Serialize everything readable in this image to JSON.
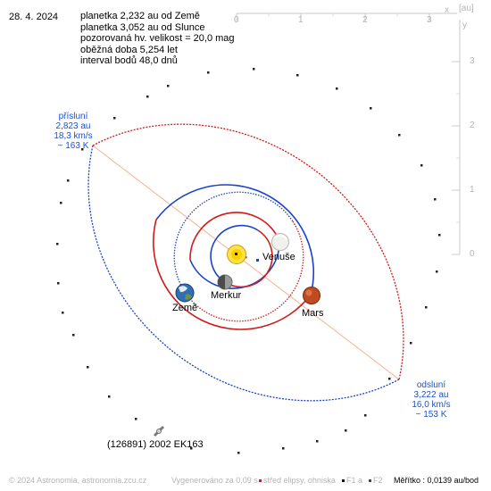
{
  "date": "28. 4. 2024",
  "info": {
    "earth_distance": "planetka 2,232 au od Země",
    "sun_distance": "planetka 3,052 au od Slunce",
    "magnitude": "pozorovaná hv. velikost = 20,0 mag",
    "period": "oběžná doba 5,254 let",
    "interval": "interval bodů 48,0 dnů"
  },
  "axes": {
    "unit_label": "[au]",
    "x_label": "x",
    "y_label": "y",
    "x_ticks": [
      "0",
      "1",
      "2",
      "3"
    ],
    "y_ticks": [
      "3",
      "2",
      "1",
      "0"
    ]
  },
  "perihelion": {
    "title": "přísluní",
    "distance": "2,823 au",
    "speed": "18,3 km/s",
    "temperature": "~ 163 K"
  },
  "aphelion": {
    "title": "odsluní",
    "distance": "3,222 au",
    "speed": "16,0 km/s",
    "temperature": "~ 153 K"
  },
  "bodies": {
    "venus": "Venuše",
    "mercury": "Merkur",
    "earth": "Země",
    "mars": "Mars",
    "asteroid": "(126891) 2002 EK163"
  },
  "footer": {
    "copyright": "© 2024 Astronomia, astronomia.zcu.cz",
    "generated": "Vygenerováno za 0,09 s",
    "center_legend": "střed elipsy, ohniska",
    "f1": "F1 a",
    "f2": "F2",
    "scale": "Měřítko : 0,0139 au/bod"
  },
  "colors": {
    "orbit_front": "#d11a1a",
    "orbit_back": "#1a44c8",
    "apsis_line": "#f3b38a",
    "axis": "#c8c8c8",
    "text_blue": "#1a4fd6"
  }
}
